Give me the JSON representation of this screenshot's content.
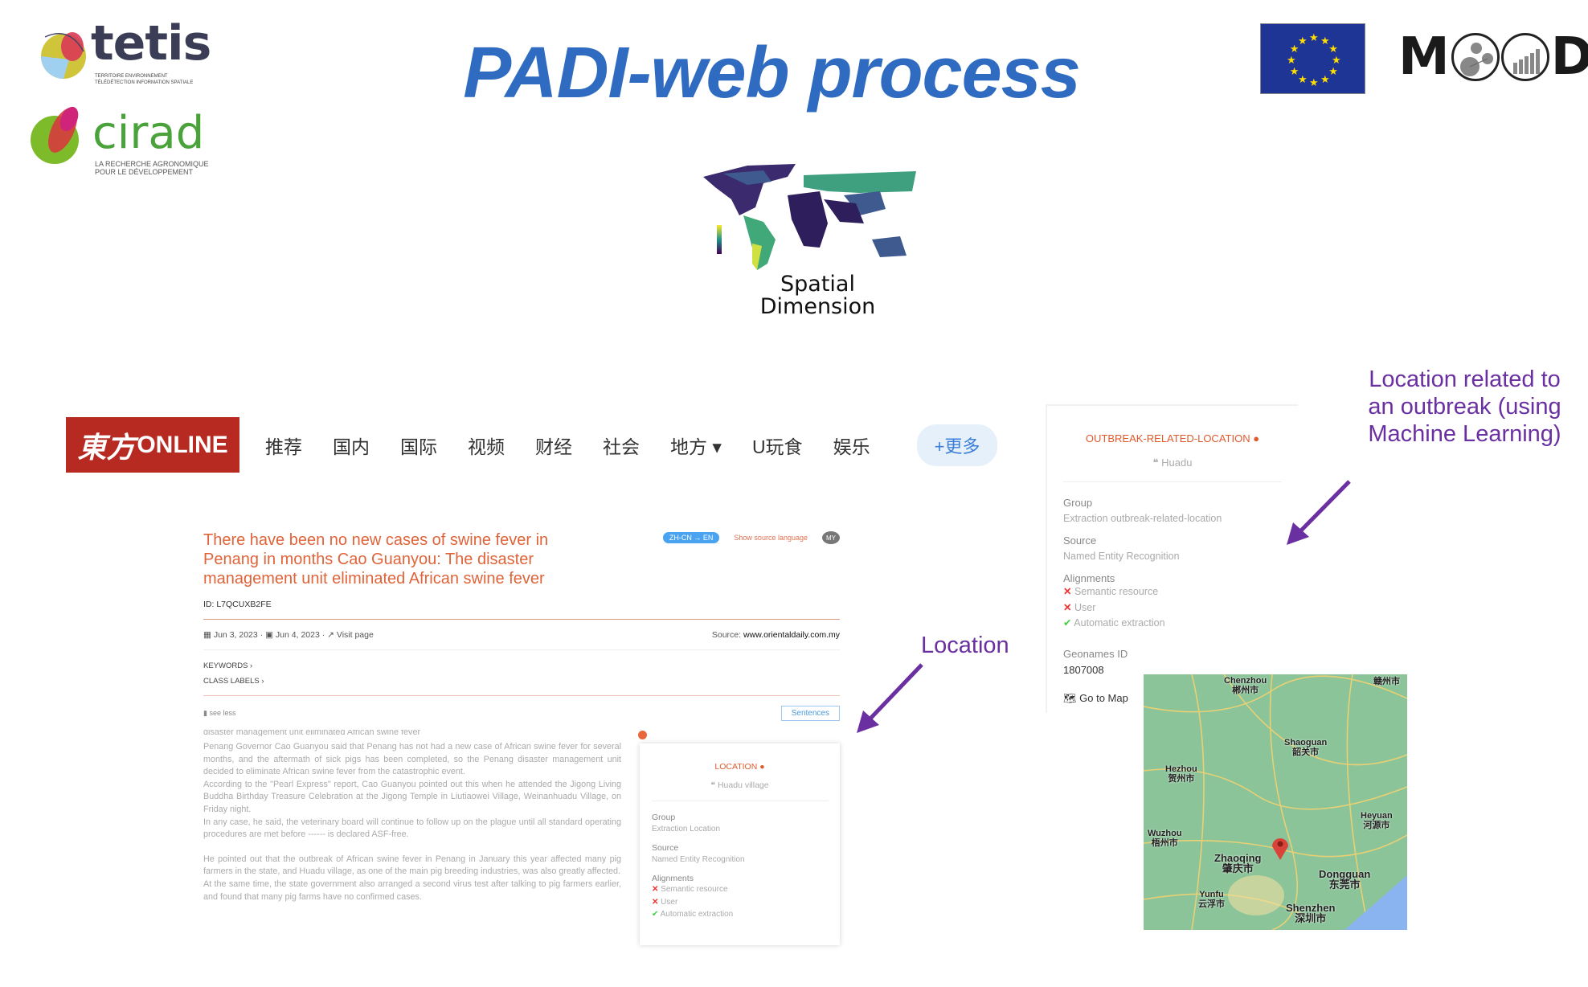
{
  "slide_title": "PADI-web process",
  "logos": {
    "tetis": {
      "name": "tetis",
      "subtitle": "TERRITOIRE ENVIRONNEMENT TÉLÉDÉTECTION INFORMATION SPATIALE"
    },
    "cirad": {
      "name": "cirad",
      "subtitle_line1": "LA RECHERCHE AGRONOMIQUE",
      "subtitle_line2": "POUR LE DÉVELOPPEMENT"
    },
    "mood": {
      "m": "M",
      "d": "D"
    }
  },
  "spatial_caption": {
    "line1": "Spatial",
    "line2": "Dimension"
  },
  "navbar": {
    "logo_cn": "東方",
    "logo_en": "ONLINE",
    "items": [
      "推荐",
      "国内",
      "国际",
      "视频",
      "财经",
      "社会",
      "地方 ▾",
      "U玩食",
      "娱乐"
    ],
    "more": "+更多"
  },
  "article": {
    "title": "There have been no new cases of swine fever in Penang in months Cao Guanyou: The disaster management unit eliminated African swine fever",
    "lang_badge": "ZH-CN → EN",
    "show_source": "Show source language",
    "country": "MY",
    "id": "ID: L7QCUXB2FE",
    "date_published": "Jun 3, 2023",
    "date_collected": "Jun 4, 2023",
    "visit": "Visit page",
    "source_label": "Source:",
    "source": "www.orientaldaily.com.my",
    "keywords": "KEYWORDS ›",
    "class_labels": "CLASS LABELS ›",
    "see_less": "see less",
    "sentences_button": "Sentences",
    "cut_line": "disaster management unit eliminated  African swine  fever",
    "paragraphs": [
      "Penang Governor Cao Guanyou said that Penang has not had a new case of African swine fever for several months, and the aftermath of sick pigs has been completed, so the Penang disaster management unit decided to eliminate African swine fever from the catastrophic event.",
      "According to the \"Pearl Express\" report, Cao Guanyou pointed out this when he attended the Jigong Living Buddha Birthday Treasure Celebration at the Jigong Temple in Liutiaowei Village, Weinanhuadu Village, on Friday night.",
      "In any case, he said, the veterinary board will continue to follow up on the plague until all standard operating procedures are met before ------ is declared ASF-free.",
      "He pointed out that the outbreak of African swine fever in Penang in January this year affected many pig farmers in the state, and Huadu village, as one of the main pig breeding industries, was also greatly affected.",
      "At the same time, the state government also arranged a second virus test after talking to pig farmers earlier, and found that many pig farms have no confirmed cases."
    ]
  },
  "location_card": {
    "header": "LOCATION",
    "quote": "Huadu village",
    "group_label": "Group",
    "group": "Extraction Location",
    "source_label": "Source",
    "source": "Named Entity Recognition",
    "alignments_label": "Alignments",
    "alignments": [
      "Semantic resource",
      "User",
      "Automatic extraction"
    ]
  },
  "outbreak_card": {
    "header": "OUTBREAK-RELATED-LOCATION",
    "quote": "Huadu",
    "group_label": "Group",
    "group": "Extraction outbreak-related-location",
    "source_label": "Source",
    "source": "Named Entity Recognition",
    "alignments_label": "Alignments",
    "alignments": [
      "Semantic resource",
      "User",
      "Automatic extraction"
    ],
    "geonames_label": "Geonames ID",
    "geonames_id": "1807008",
    "goto_map": "Go to Map"
  },
  "map_labels": {
    "chenzhou": "Chenzhou\n郴州市",
    "ganzhou": "赣州市",
    "shaoguan": "Shaoguan\n韶关市",
    "hezhou": "Hezhou\n贺州市",
    "heyuan": "Heyuan\n河源市",
    "wuzhou": "Wuzhou\n梧州市",
    "zhaoqing": "Zhaoqing\n肇庆市",
    "dongguan": "Dongguan\n东莞市",
    "yunfu": "Yunfu\n云浮市",
    "shenzhen": "Shenzhen\n深圳市"
  },
  "annotations": {
    "location": "Location",
    "outbreak": "Location related to an outbreak (using Machine Learning)"
  },
  "colors": {
    "title": "#2f6bc0",
    "annotation": "#6a2fa0",
    "article_title": "#e0643a",
    "nav_logo": "#b62a22"
  }
}
